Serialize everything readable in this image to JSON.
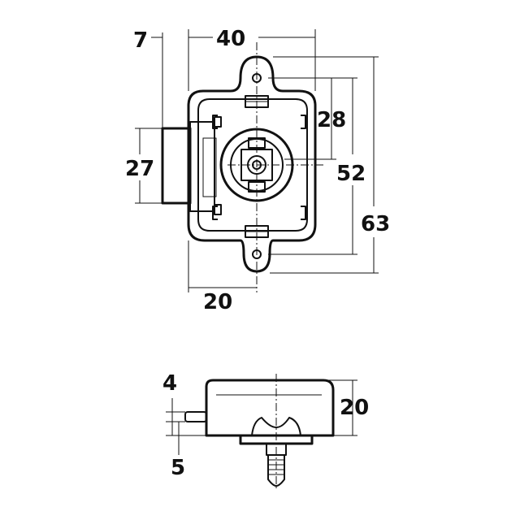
{
  "front_view": {
    "dimensions": {
      "top_offset": "7",
      "width": "40",
      "inner_height": "28",
      "hole_spacing": "52",
      "total_height": "63",
      "bolt_height": "27",
      "center_offset": "20"
    }
  },
  "side_view": {
    "dimensions": {
      "bolt_thickness": "4",
      "body_depth": "20",
      "bolt_offset": "5"
    }
  }
}
